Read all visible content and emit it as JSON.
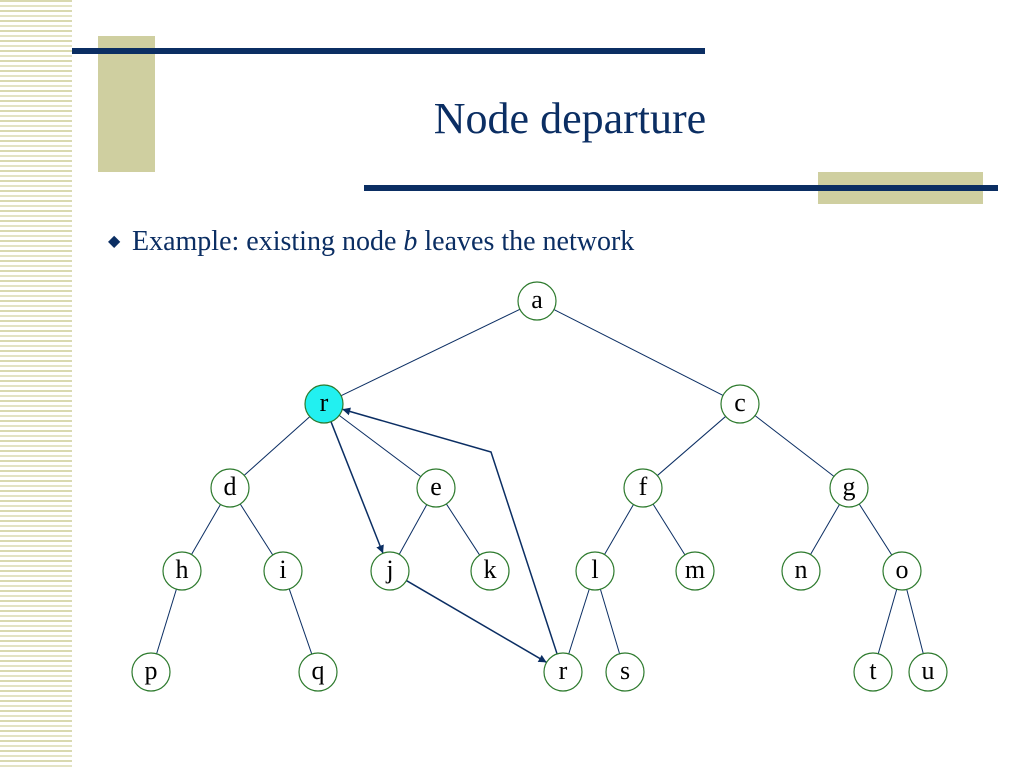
{
  "slide": {
    "title": "Node departure",
    "bullet": {
      "prefix": "Example: existing node ",
      "node": "b",
      "suffix": " leaves the network"
    }
  },
  "colors": {
    "title_text": "#0b2e63",
    "rule_navy": "#0b2e63",
    "accent_olive": "#cfcfa0",
    "node_stroke": "#2d7a2d",
    "highlight_node": "#22f0f0",
    "edge": "#0b2e63"
  },
  "tree": {
    "nodes": [
      {
        "id": "a",
        "label": "a"
      },
      {
        "id": "r1",
        "label": "r",
        "highlighted": true
      },
      {
        "id": "c",
        "label": "c"
      },
      {
        "id": "d",
        "label": "d"
      },
      {
        "id": "e",
        "label": "e"
      },
      {
        "id": "f",
        "label": "f"
      },
      {
        "id": "g",
        "label": "g"
      },
      {
        "id": "h",
        "label": "h"
      },
      {
        "id": "i",
        "label": "i"
      },
      {
        "id": "j",
        "label": "j"
      },
      {
        "id": "k",
        "label": "k"
      },
      {
        "id": "l",
        "label": "l"
      },
      {
        "id": "m",
        "label": "m"
      },
      {
        "id": "n",
        "label": "n"
      },
      {
        "id": "o",
        "label": "o"
      },
      {
        "id": "p",
        "label": "p"
      },
      {
        "id": "q",
        "label": "q"
      },
      {
        "id": "r2",
        "label": "r"
      },
      {
        "id": "s",
        "label": "s"
      },
      {
        "id": "t",
        "label": "t"
      },
      {
        "id": "u",
        "label": "u"
      }
    ],
    "edges": [
      [
        "a",
        "r1"
      ],
      [
        "a",
        "c"
      ],
      [
        "r1",
        "d"
      ],
      [
        "r1",
        "e"
      ],
      [
        "c",
        "f"
      ],
      [
        "c",
        "g"
      ],
      [
        "d",
        "h"
      ],
      [
        "d",
        "i"
      ],
      [
        "e",
        "j"
      ],
      [
        "e",
        "k"
      ],
      [
        "f",
        "l"
      ],
      [
        "f",
        "m"
      ],
      [
        "g",
        "n"
      ],
      [
        "g",
        "o"
      ],
      [
        "h",
        "p"
      ],
      [
        "i",
        "q"
      ],
      [
        "l",
        "r2"
      ],
      [
        "l",
        "s"
      ],
      [
        "o",
        "t"
      ],
      [
        "o",
        "u"
      ]
    ],
    "arrows": [
      {
        "from": "r1",
        "to": "j"
      },
      {
        "from": "j",
        "to": "r2"
      },
      {
        "from": "r2",
        "to": "r1",
        "via": "bend"
      }
    ]
  }
}
